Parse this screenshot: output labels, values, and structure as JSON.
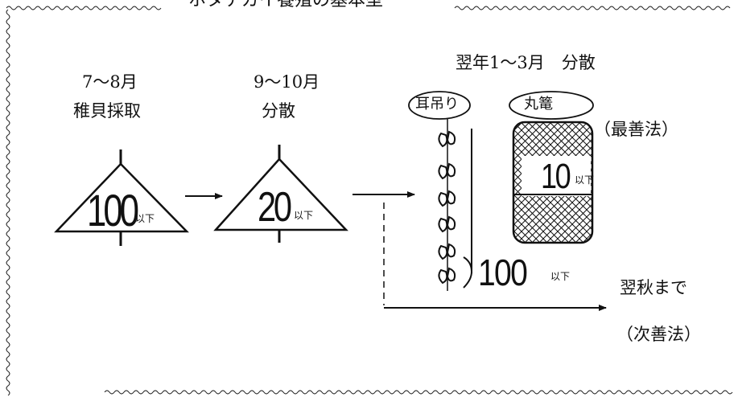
{
  "title": "ホタテガイ養殖の基本型",
  "stages": [
    {
      "period": "7～8月",
      "label": "稚貝採取",
      "count": "100",
      "unit": "以下"
    },
    {
      "period": "9～10月",
      "label": "分散",
      "count": "20",
      "unit": "以下"
    },
    {
      "period": "翌年1～3月　分散"
    }
  ],
  "methods": {
    "ear_hanging": {
      "label": "耳吊り",
      "count": "100",
      "unit": "以下"
    },
    "round_cage": {
      "label": "丸篭",
      "count": "10",
      "unit": "以下",
      "note": "（最善法）"
    }
  },
  "alternative": {
    "label": "翌秋まで",
    "note": "（次善法）"
  }
}
